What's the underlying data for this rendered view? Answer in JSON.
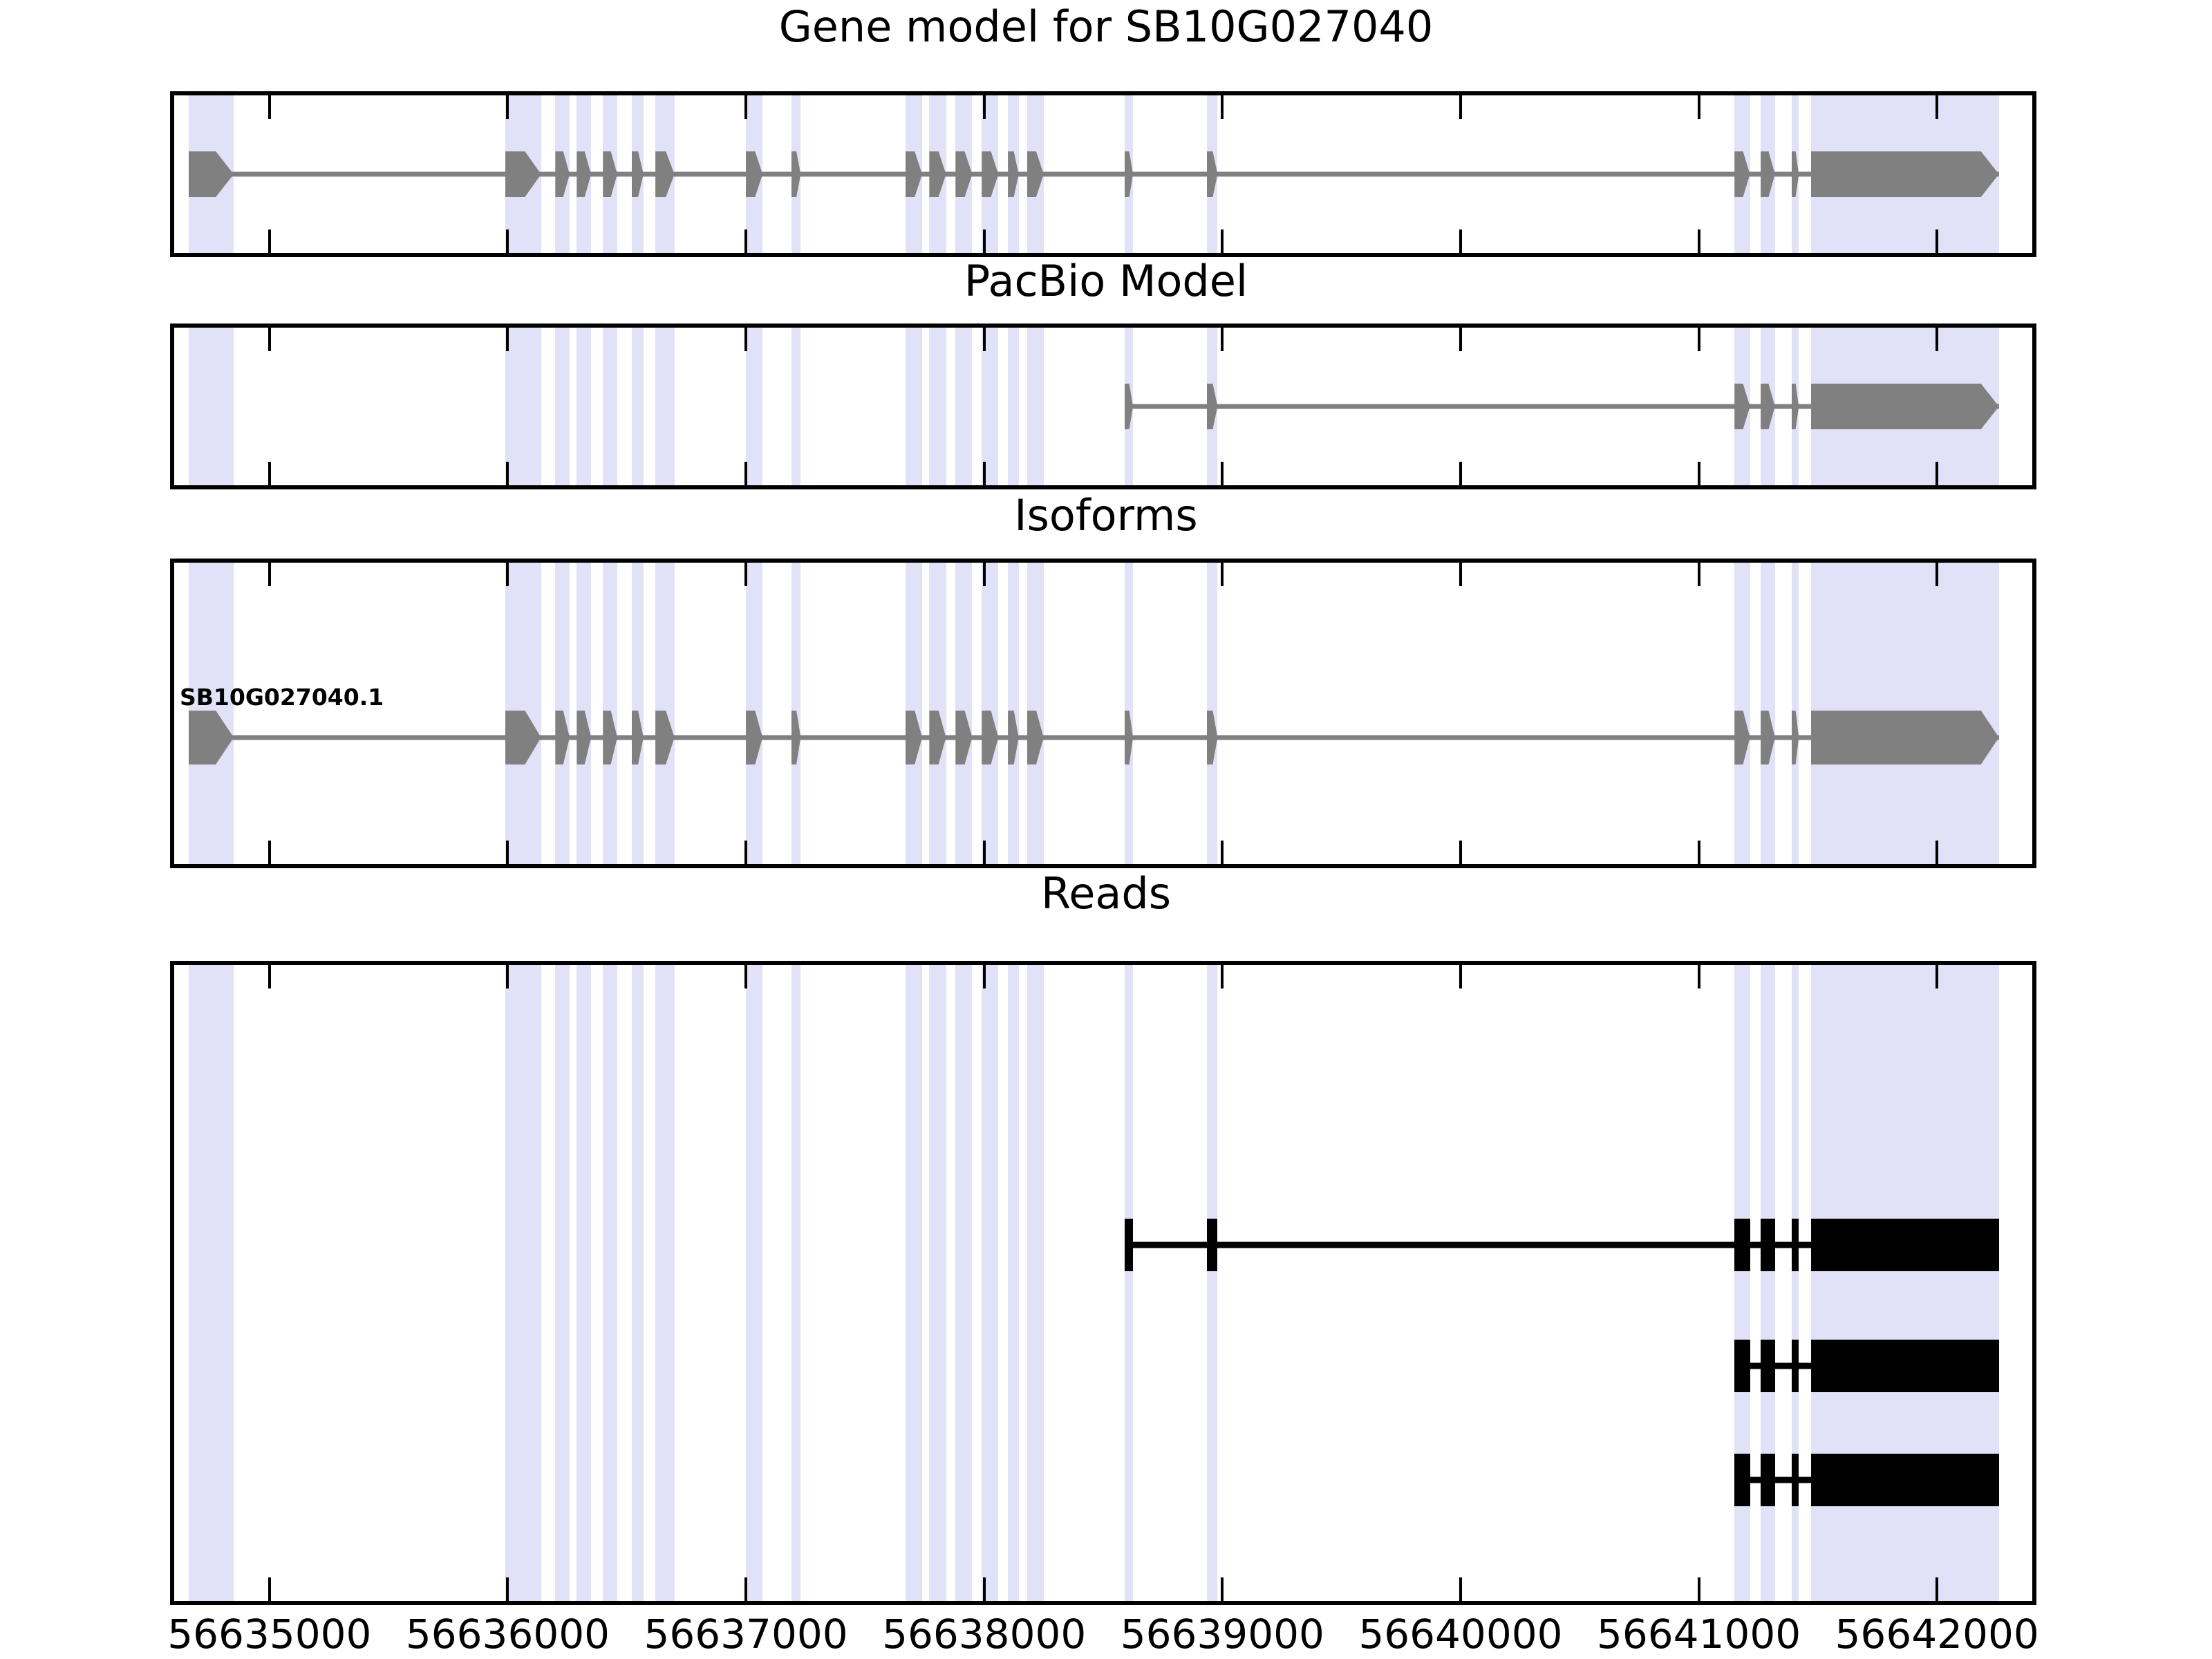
{
  "figure": {
    "title": "Gene model for SB10G027040",
    "colors": {
      "exon_gene": "#808080",
      "exon_read": "#000000",
      "highlight_band": "#e1e1f7",
      "axis": "#000000",
      "background": "#ffffff"
    }
  },
  "axis": {
    "xmin": 56634600,
    "xmax": 56642400,
    "tick_labels": [
      "56635000",
      "56636000",
      "56637000",
      "56638000",
      "56639000",
      "56640000",
      "56641000",
      "56642000"
    ],
    "tick_values": [
      56635000,
      56636000,
      56637000,
      56638000,
      56639000,
      56640000,
      56641000,
      56642000
    ]
  },
  "panels": [
    {
      "name": "gene-model",
      "title": "Gene model for SB10G027040",
      "title_is_figure_title": true,
      "rows": [
        {
          "label": "",
          "strand": "+",
          "style": "arrow",
          "span": [
            56634660,
            56642260
          ],
          "exons": [
            [
              56634660,
              56634850
            ],
            [
              56635990,
              56636140
            ],
            [
              56636200,
              56636260
            ],
            [
              56636290,
              56636350
            ],
            [
              56636400,
              56636460
            ],
            [
              56636520,
              56636570
            ],
            [
              56636620,
              56636700
            ],
            [
              56637000,
              56637070
            ],
            [
              56637190,
              56637230
            ],
            [
              56637670,
              56637740
            ],
            [
              56637770,
              56637840
            ],
            [
              56637880,
              56637950
            ],
            [
              56637990,
              56638060
            ],
            [
              56638100,
              56638145
            ],
            [
              56638180,
              56638250
            ],
            [
              56638590,
              56638625
            ],
            [
              56638935,
              56638980
            ],
            [
              56641150,
              56641215
            ],
            [
              56641260,
              56641320
            ],
            [
              56641390,
              56641420
            ],
            [
              56641470,
              56642260
            ]
          ]
        }
      ]
    },
    {
      "name": "pacbio-model",
      "title": "PacBio Model",
      "rows": [
        {
          "label": "",
          "strand": "+",
          "style": "arrow",
          "span": [
            56638590,
            56642260
          ],
          "exons": [
            [
              56638590,
              56638625
            ],
            [
              56638935,
              56638980
            ],
            [
              56641150,
              56641215
            ],
            [
              56641260,
              56641320
            ],
            [
              56641390,
              56641420
            ],
            [
              56641470,
              56642260
            ]
          ]
        }
      ]
    },
    {
      "name": "isoforms",
      "title": "Isoforms",
      "rows": [
        {
          "label": "SB10G027040.1",
          "strand": "+",
          "style": "arrow",
          "span": [
            56634660,
            56642260
          ],
          "exons": [
            [
              56634660,
              56634850
            ],
            [
              56635990,
              56636140
            ],
            [
              56636200,
              56636260
            ],
            [
              56636290,
              56636350
            ],
            [
              56636400,
              56636460
            ],
            [
              56636520,
              56636570
            ],
            [
              56636620,
              56636700
            ],
            [
              56637000,
              56637070
            ],
            [
              56637190,
              56637230
            ],
            [
              56637670,
              56637740
            ],
            [
              56637770,
              56637840
            ],
            [
              56637880,
              56637950
            ],
            [
              56637990,
              56638060
            ],
            [
              56638100,
              56638145
            ],
            [
              56638180,
              56638250
            ],
            [
              56638590,
              56638625
            ],
            [
              56638935,
              56638980
            ],
            [
              56641150,
              56641215
            ],
            [
              56641260,
              56641320
            ],
            [
              56641390,
              56641420
            ],
            [
              56641470,
              56642260
            ]
          ]
        }
      ]
    },
    {
      "name": "reads",
      "title": "Reads",
      "rows": [
        {
          "label": "",
          "strand": "+",
          "style": "block",
          "span": [
            56638590,
            56642260
          ],
          "exons": [
            [
              56638590,
              56638625
            ],
            [
              56638935,
              56638980
            ],
            [
              56641150,
              56641215
            ],
            [
              56641260,
              56641320
            ],
            [
              56641390,
              56641420
            ],
            [
              56641470,
              56642260
            ]
          ]
        },
        {
          "label": "",
          "strand": "+",
          "style": "block",
          "span": [
            56641150,
            56642260
          ],
          "exons": [
            [
              56641150,
              56641215
            ],
            [
              56641260,
              56641320
            ],
            [
              56641390,
              56641420
            ],
            [
              56641470,
              56642260
            ]
          ]
        },
        {
          "label": "",
          "strand": "+",
          "style": "block",
          "span": [
            56641150,
            56642260
          ],
          "exons": [
            [
              56641150,
              56641215
            ],
            [
              56641260,
              56641320
            ],
            [
              56641390,
              56641420
            ],
            [
              56641470,
              56642260
            ]
          ]
        }
      ]
    }
  ],
  "highlight_bands": [
    [
      56634660,
      56634850
    ],
    [
      56635990,
      56636140
    ],
    [
      56636200,
      56636260
    ],
    [
      56636290,
      56636350
    ],
    [
      56636400,
      56636460
    ],
    [
      56636520,
      56636570
    ],
    [
      56636620,
      56636700
    ],
    [
      56637000,
      56637070
    ],
    [
      56637190,
      56637230
    ],
    [
      56637670,
      56637740
    ],
    [
      56637770,
      56637840
    ],
    [
      56637880,
      56637950
    ],
    [
      56637990,
      56638060
    ],
    [
      56638100,
      56638145
    ],
    [
      56638180,
      56638250
    ],
    [
      56638590,
      56638625
    ],
    [
      56638935,
      56638980
    ],
    [
      56641150,
      56641215
    ],
    [
      56641260,
      56641320
    ],
    [
      56641390,
      56641420
    ],
    [
      56641470,
      56642260
    ]
  ],
  "chart_data": {
    "type": "table",
    "title": "Gene model for SB10G027040",
    "xlabel": "",
    "ylabel": "",
    "xlim": [
      56634600,
      56642400
    ],
    "grid": false,
    "legend": "none",
    "tracks": [
      "Gene model for SB10G027040",
      "PacBio Model",
      "Isoforms",
      "Reads"
    ],
    "isoform_names": [
      "SB10G027040.1"
    ],
    "read_count": 3,
    "gene_exon_count": 21,
    "pacbio_exon_count": 6
  }
}
